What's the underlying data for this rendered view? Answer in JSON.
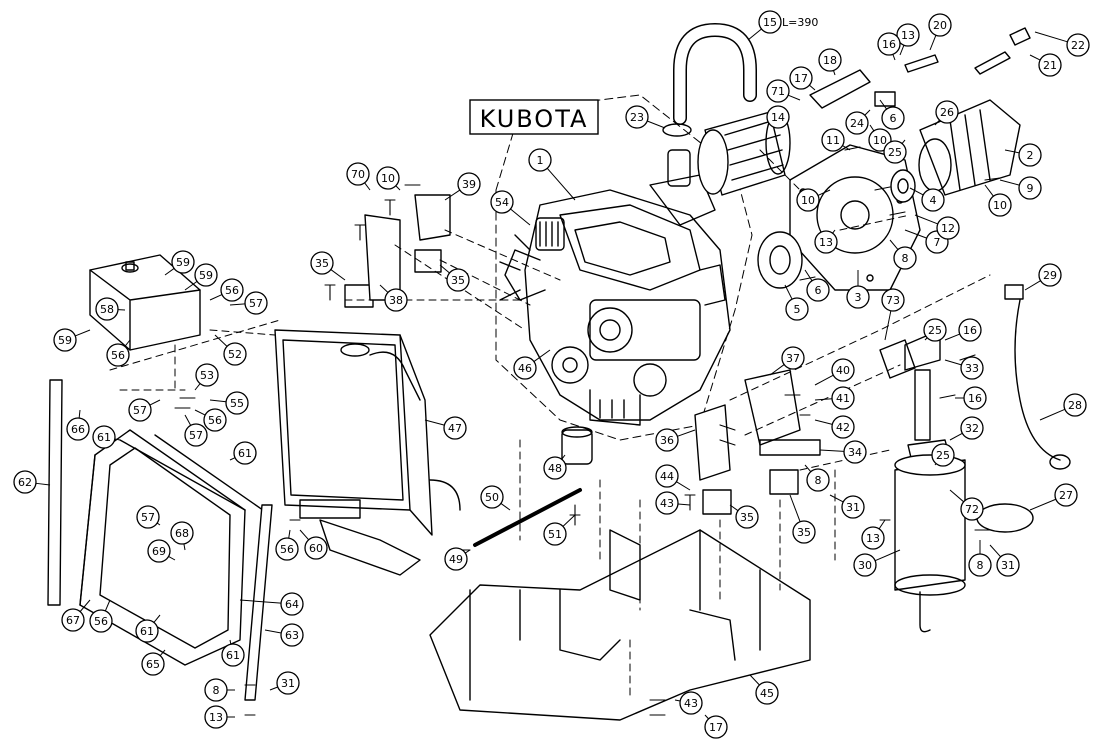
{
  "diagram": {
    "brand_label": "KUBOTA",
    "hose_length_note": "L=390",
    "callouts": [
      {
        "id": "c1",
        "label": "1"
      },
      {
        "id": "c2",
        "label": "2"
      },
      {
        "id": "c3",
        "label": "3"
      },
      {
        "id": "c4",
        "label": "4"
      },
      {
        "id": "c5",
        "label": "5"
      },
      {
        "id": "c6a",
        "label": "6"
      },
      {
        "id": "c6b",
        "label": "6"
      },
      {
        "id": "c7",
        "label": "7"
      },
      {
        "id": "c8a",
        "label": "8"
      },
      {
        "id": "c8b",
        "label": "8"
      },
      {
        "id": "c8c",
        "label": "8"
      },
      {
        "id": "c8d",
        "label": "8"
      },
      {
        "id": "c9",
        "label": "9"
      },
      {
        "id": "c10a",
        "label": "10"
      },
      {
        "id": "c10b",
        "label": "10"
      },
      {
        "id": "c10c",
        "label": "10"
      },
      {
        "id": "c10d",
        "label": "10"
      },
      {
        "id": "c11",
        "label": "11"
      },
      {
        "id": "c12",
        "label": "12"
      },
      {
        "id": "c13a",
        "label": "13"
      },
      {
        "id": "c13b",
        "label": "13"
      },
      {
        "id": "c13c",
        "label": "13"
      },
      {
        "id": "c13d",
        "label": "13"
      },
      {
        "id": "c14",
        "label": "14"
      },
      {
        "id": "c15",
        "label": "15"
      },
      {
        "id": "c16a",
        "label": "16"
      },
      {
        "id": "c16b",
        "label": "16"
      },
      {
        "id": "c16c",
        "label": "16"
      },
      {
        "id": "c17a",
        "label": "17"
      },
      {
        "id": "c17b",
        "label": "17"
      },
      {
        "id": "c18",
        "label": "18"
      },
      {
        "id": "c20",
        "label": "20"
      },
      {
        "id": "c21",
        "label": "21"
      },
      {
        "id": "c22",
        "label": "22"
      },
      {
        "id": "c23",
        "label": "23"
      },
      {
        "id": "c24",
        "label": "24"
      },
      {
        "id": "c25a",
        "label": "25"
      },
      {
        "id": "c25b",
        "label": "25"
      },
      {
        "id": "c25c",
        "label": "25"
      },
      {
        "id": "c26",
        "label": "26"
      },
      {
        "id": "c27",
        "label": "27"
      },
      {
        "id": "c28",
        "label": "28"
      },
      {
        "id": "c29",
        "label": "29"
      },
      {
        "id": "c30",
        "label": "30"
      },
      {
        "id": "c31a",
        "label": "31"
      },
      {
        "id": "c31b",
        "label": "31"
      },
      {
        "id": "c31c",
        "label": "31"
      },
      {
        "id": "c32",
        "label": "32"
      },
      {
        "id": "c33",
        "label": "33"
      },
      {
        "id": "c34",
        "label": "34"
      },
      {
        "id": "c35a",
        "label": "35"
      },
      {
        "id": "c35b",
        "label": "35"
      },
      {
        "id": "c35c",
        "label": "35"
      },
      {
        "id": "c35d",
        "label": "35"
      },
      {
        "id": "c36",
        "label": "36"
      },
      {
        "id": "c37",
        "label": "37"
      },
      {
        "id": "c38",
        "label": "38"
      },
      {
        "id": "c39",
        "label": "39"
      },
      {
        "id": "c40",
        "label": "40"
      },
      {
        "id": "c41",
        "label": "41"
      },
      {
        "id": "c42",
        "label": "42"
      },
      {
        "id": "c43a",
        "label": "43"
      },
      {
        "id": "c43b",
        "label": "43"
      },
      {
        "id": "c44",
        "label": "44"
      },
      {
        "id": "c45",
        "label": "45"
      },
      {
        "id": "c46",
        "label": "46"
      },
      {
        "id": "c47",
        "label": "47"
      },
      {
        "id": "c48",
        "label": "48"
      },
      {
        "id": "c49",
        "label": "49"
      },
      {
        "id": "c50",
        "label": "50"
      },
      {
        "id": "c51",
        "label": "51"
      },
      {
        "id": "c52",
        "label": "52"
      },
      {
        "id": "c53",
        "label": "53"
      },
      {
        "id": "c54",
        "label": "54"
      },
      {
        "id": "c55",
        "label": "55"
      },
      {
        "id": "c56a",
        "label": "56"
      },
      {
        "id": "c56b",
        "label": "56"
      },
      {
        "id": "c56c",
        "label": "56"
      },
      {
        "id": "c56d",
        "label": "56"
      },
      {
        "id": "c56e",
        "label": "56"
      },
      {
        "id": "c57a",
        "label": "57"
      },
      {
        "id": "c57b",
        "label": "57"
      },
      {
        "id": "c57c",
        "label": "57"
      },
      {
        "id": "c57d",
        "label": "57"
      },
      {
        "id": "c58",
        "label": "58"
      },
      {
        "id": "c59a",
        "label": "59"
      },
      {
        "id": "c59b",
        "label": "59"
      },
      {
        "id": "c59c",
        "label": "59"
      },
      {
        "id": "c60",
        "label": "60"
      },
      {
        "id": "c61a",
        "label": "61"
      },
      {
        "id": "c61b",
        "label": "61"
      },
      {
        "id": "c61c",
        "label": "61"
      },
      {
        "id": "c61d",
        "label": "61"
      },
      {
        "id": "c62",
        "label": "62"
      },
      {
        "id": "c63",
        "label": "63"
      },
      {
        "id": "c64",
        "label": "64"
      },
      {
        "id": "c65",
        "label": "65"
      },
      {
        "id": "c66",
        "label": "66"
      },
      {
        "id": "c67",
        "label": "67"
      },
      {
        "id": "c68",
        "label": "68"
      },
      {
        "id": "c69",
        "label": "69"
      },
      {
        "id": "c70",
        "label": "70"
      },
      {
        "id": "c71",
        "label": "71"
      },
      {
        "id": "c72",
        "label": "72"
      },
      {
        "id": "c73",
        "label": "73"
      }
    ]
  }
}
